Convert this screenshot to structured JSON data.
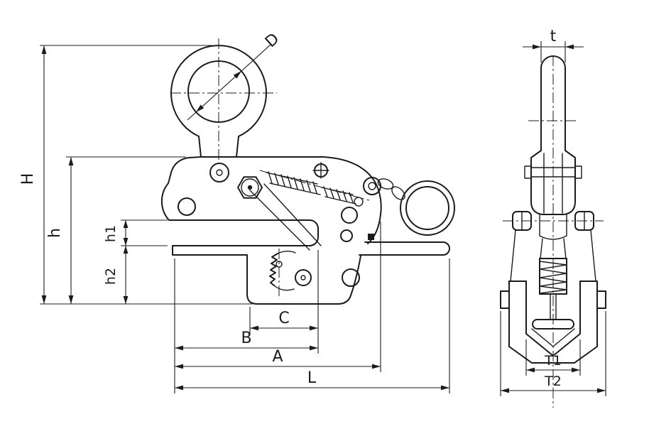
{
  "page": {
    "background": "#ffffff"
  },
  "drawing": {
    "line_color": "#1b1b1b",
    "views": {
      "side_view": {
        "name": "plate-lifting-clamp-side-view",
        "dimension_labels": {
          "D": "D",
          "H": "H",
          "h": "h",
          "h1": "h1",
          "h2": "h2",
          "C": "C",
          "B": "B",
          "A": "A",
          "L": "L"
        }
      },
      "front_view": {
        "name": "plate-lifting-clamp-front-view",
        "dimension_labels": {
          "t": "t",
          "T1": "T1",
          "T2": "T2"
        }
      }
    }
  }
}
